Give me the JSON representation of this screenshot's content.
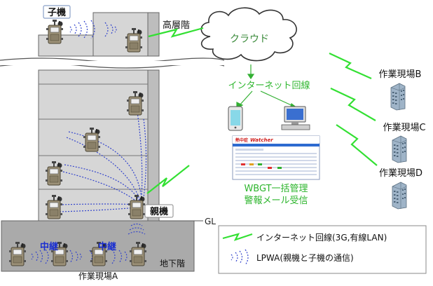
{
  "labels": {
    "child_unit": "子機",
    "high_floor": "高層階",
    "cloud": "クラウド",
    "internet": "インターネット回線",
    "parent_unit": "親機",
    "relay": "中継",
    "ground_level": "GL",
    "basement": "地下階",
    "site_a": "作業現場A",
    "site_b": "作業現場B",
    "site_c": "作業現場C",
    "site_d": "作業現場D",
    "wbgt_line1": "WBGT一括管理",
    "wbgt_line2": "警報メール受信",
    "app_brand_prefix": "熱中症",
    "app_brand_name": "Watcher"
  },
  "legend": {
    "internet_label": "インターネット回線(3G,有線LAN)",
    "lpwa_label": "LPWA(親機と子機の通信)"
  },
  "colors": {
    "internet_line": "#33e033",
    "lpwa_wave": "#3344cc",
    "relay_text": "#1a2fd0",
    "building_fill": "#d6d6d6",
    "building_stroke": "#666666",
    "basement_fill": "#aaaaaa",
    "wbgt_text": "#2db52d"
  }
}
